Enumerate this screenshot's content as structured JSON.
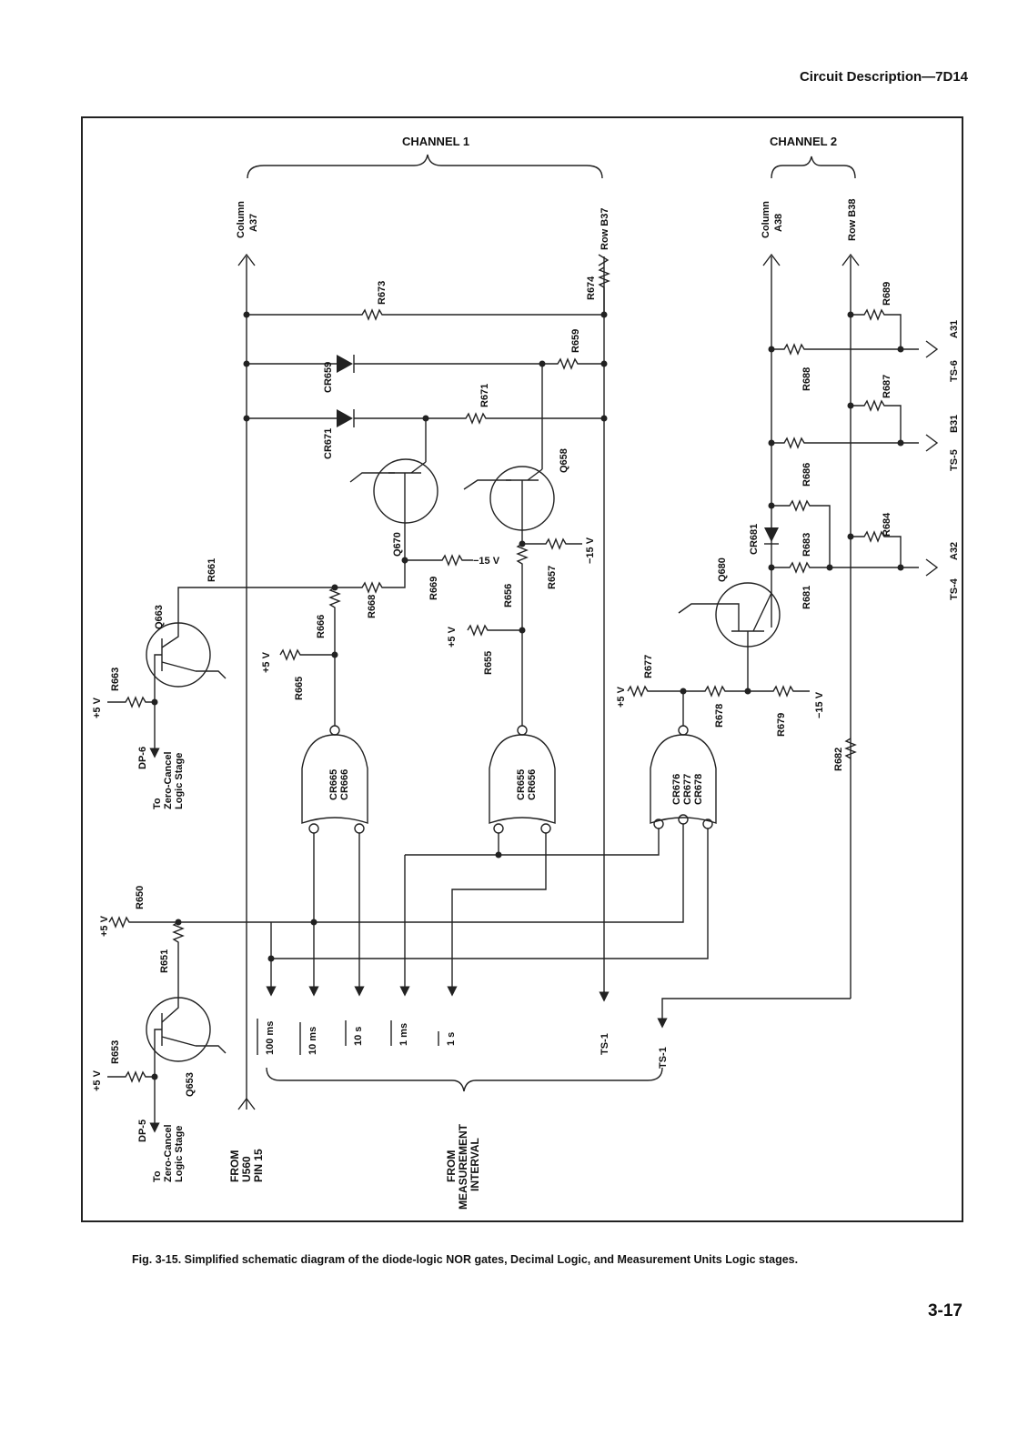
{
  "header": {
    "running_head": "Circuit Description—7D14"
  },
  "caption": "Fig. 3-15. Simplified schematic diagram of the diode-logic NOR gates, Decimal Logic, and Measurement Units Logic stages.",
  "page_number": "3-17",
  "channels": {
    "ch1": "CHANNEL 1",
    "ch2": "CHANNEL 2"
  },
  "nodes": {
    "col_a37_1": "Column",
    "col_a37_2": "A37",
    "row_b37": "Row B37",
    "col_a38_1": "Column",
    "col_a38_2": "A38",
    "row_b38": "Row B38"
  },
  "resistors": {
    "r673": "R673",
    "r674": "R674",
    "r659": "R659",
    "r671": "R671",
    "r661": "R661",
    "r668": "R668",
    "r666": "R666",
    "r665": "R665",
    "r669": "R669",
    "r657": "R657",
    "r656": "R656",
    "r655": "R655",
    "r663": "R663",
    "r650": "R650",
    "r651": "R651",
    "r653": "R653",
    "r677": "R677",
    "r678": "R678",
    "r679": "R679",
    "r682": "R682",
    "r681": "R681",
    "r683": "R683",
    "r684": "R684",
    "r686": "R686",
    "r687": "R687",
    "r688": "R688",
    "r689": "R689"
  },
  "diodes": {
    "cr659": "CR659",
    "cr671": "CR671",
    "cr681": "CR681"
  },
  "transistors": {
    "q670": "Q670",
    "q658": "Q658",
    "q663": "Q663",
    "q653": "Q653",
    "q680": "Q680"
  },
  "gates": {
    "g1a": "CR665",
    "g1b": "CR666",
    "g2a": "CR655",
    "g2b": "CR656",
    "g3a": "CR676",
    "g3b": "CR677",
    "g3c": "CR678"
  },
  "supplies": {
    "p5": "+5 V",
    "m15": "−15 V"
  },
  "dp": {
    "dp6": "DP-6",
    "dp5": "DP-5",
    "to1": "To",
    "to2": "Zero-Cancel",
    "to3": "Logic Stage"
  },
  "inputs": {
    "in100ms": "100 ms",
    "in10ms": "10 ms",
    "in10s": "10 s",
    "in1ms": "1 ms",
    "in1s": "1 s",
    "ts1": "TS-1",
    "ts1b": "TS-1"
  },
  "sources": {
    "u560_1": "FROM",
    "u560_2": "U560",
    "u560_3": "PIN 15",
    "mi_1": "FROM",
    "mi_2": "MEASUREMENT",
    "mi_3": "INTERVAL"
  },
  "outputs": {
    "ts6": "TS-6",
    "a31": "A31",
    "ts5": "TS-5",
    "b31": "B31",
    "ts4": "TS-4",
    "a32": "A32"
  }
}
